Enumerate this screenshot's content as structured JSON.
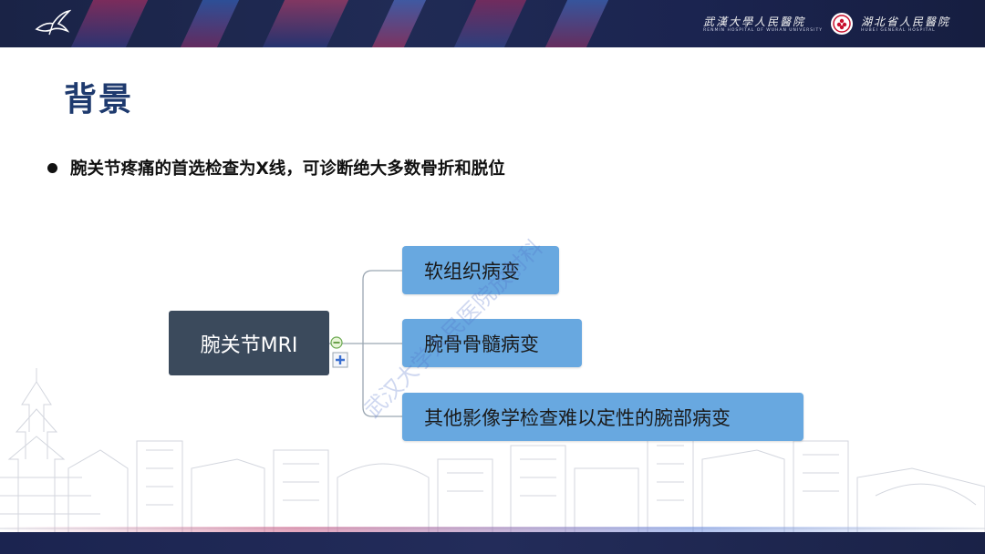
{
  "slide": {
    "title": "背景",
    "bullet": "腕关节疼痛的首选检查为X线，可诊断绝大多数骨折和脱位"
  },
  "header": {
    "hospital_name_1": "武漢大學人民醫院",
    "hospital_name_2": "湖北省人民醫院",
    "hospital_sub_1": "RENMIN HOSPITAL OF WUHAN UNIVERSITY",
    "hospital_sub_2": "HUBEI GENERAL HOSPITAL"
  },
  "watermark": "武汉大学人民医院放射科",
  "mindmap": {
    "root": "腕关节MRI",
    "branches": [
      {
        "label": "软组织病变"
      },
      {
        "label": "腕骨骨髓病变"
      },
      {
        "label": "其他影像学检查难以定性的腕部病变"
      }
    ]
  },
  "colors": {
    "banner": "#1a2346",
    "title": "#1e3a6e",
    "root_node": "#3b4a5c",
    "branch_node": "#68a8e0"
  }
}
